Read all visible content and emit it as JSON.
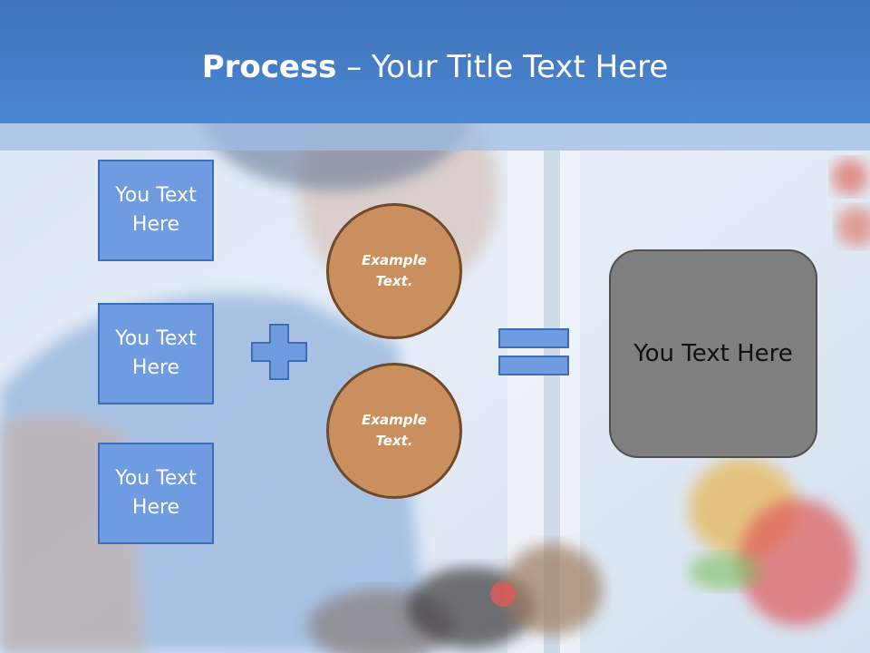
{
  "slide": {
    "title_bold": "Process",
    "title_rest": " – Your Title Text Here",
    "boxes": [
      "You Text Here",
      "You Text Here",
      "You Text Here"
    ],
    "circles": [
      "Example Text.",
      "Example Text."
    ],
    "result": "You Text Here"
  },
  "colors": {
    "header": "#4a86d4",
    "box_fill": "#6f9be0",
    "circle_fill": "#c98f5e",
    "result_fill": "#7f7f7f"
  },
  "icons": [
    "plus-icon",
    "equals-icon"
  ]
}
